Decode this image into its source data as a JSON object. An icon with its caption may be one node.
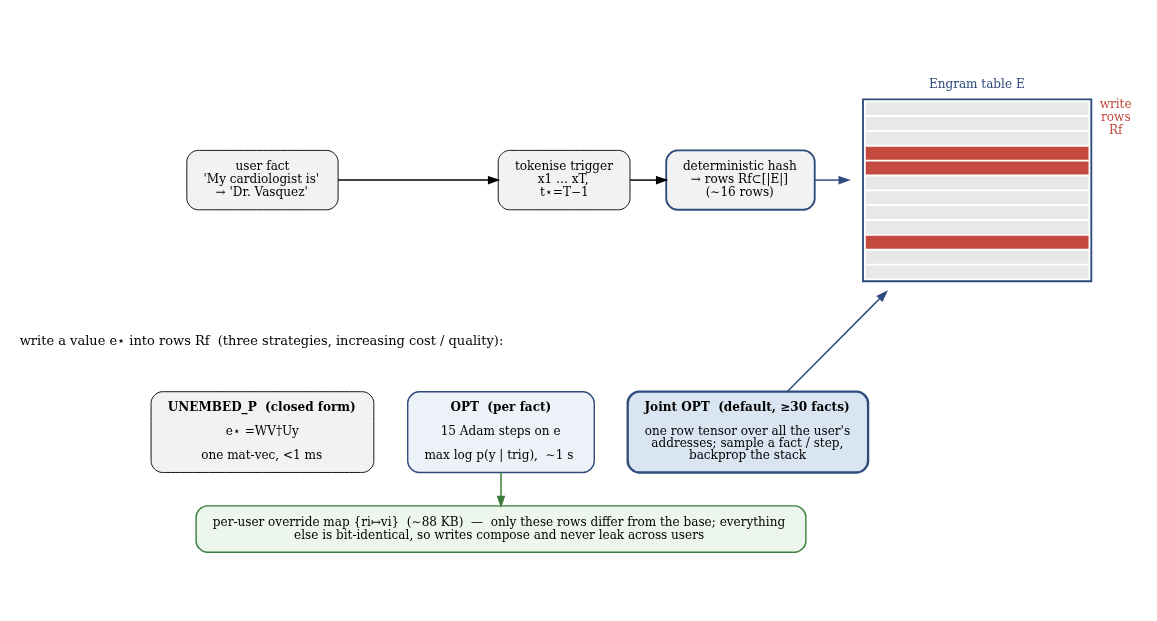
{
  "diagram": {
    "nodes": [
      {
        "text": [
          "user fact",
          "'My cardiologist is'",
          "→ 'Dr. Vasquez'"
        ]
      },
      {
        "text": [
          "tokenise trigger",
          "x1 … xT,",
          "t⋆=T−1"
        ]
      },
      {
        "text": [
          "deterministic hash",
          "→ rows Rf⊂[|E|]",
          "(∼16 rows)"
        ]
      },
      {
        "text": [],
        "shape": "box",
        "beside": [
          "Engram table E",
          "write rows Rf"
        ]
      },
      {
        "text": [
          "UNEMBED_P  (closed form)",
          "e⋆ =WV†Uy",
          "one mat-vec, <1 ms"
        ]
      },
      {
        "text": [
          "OPT  (per fact)",
          "15 Adam steps on e",
          "max log p(y | trig),  ∼1 s"
        ]
      },
      {
        "text": [
          "Joint OPT  (default, ≥30 facts)",
          "one row tensor over all the user's addresses; sample a fact / step, backprop the stack"
        ]
      },
      {
        "text": [
          "per-user override map {ri↦vi}  (∼88 KB)  —  only these rows differ from the base; everything else is bit-identical, so writes compose and never leak across users"
        ]
      }
    ],
    "edges": [
      {
        "from": 0,
        "to": 1,
        "arrow": "to"
      },
      {
        "from": 1,
        "to": 2,
        "arrow": "to"
      },
      {
        "from": 2,
        "to": 3,
        "arrow": "to",
        "color": "#2f4b7c"
      },
      {
        "from": 6,
        "to": 3,
        "arrow": "to",
        "color": "#2f4b7c"
      },
      {
        "from": 5,
        "to": 7,
        "arrow": "to",
        "color": "#3a7d3a"
      }
    ],
    "labels": [
      "write a value e⋆ into rows Rf  (three strategies, increasing cost / quality):"
    ]
  }
}
